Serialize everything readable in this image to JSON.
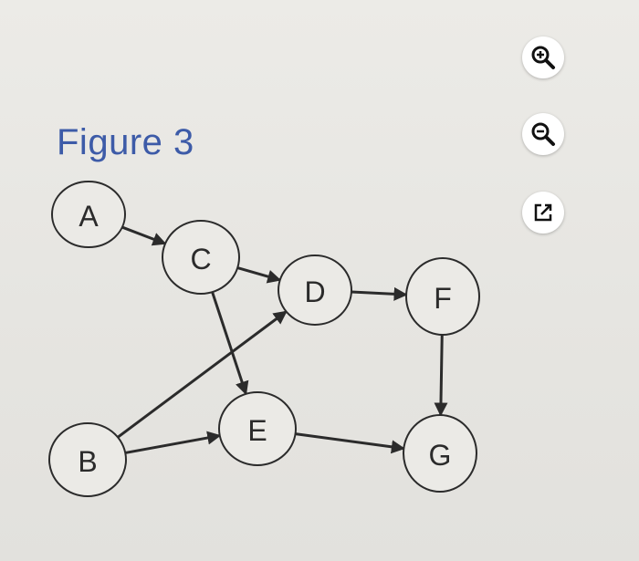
{
  "figure": {
    "title": "Figure 3"
  },
  "diagram": {
    "nodes": [
      {
        "id": "A",
        "label": "A"
      },
      {
        "id": "B",
        "label": "B"
      },
      {
        "id": "C",
        "label": "C"
      },
      {
        "id": "D",
        "label": "D"
      },
      {
        "id": "E",
        "label": "E"
      },
      {
        "id": "F",
        "label": "F"
      },
      {
        "id": "G",
        "label": "G"
      }
    ],
    "edges": [
      {
        "from": "A",
        "to": "C"
      },
      {
        "from": "C",
        "to": "D"
      },
      {
        "from": "C",
        "to": "E"
      },
      {
        "from": "B",
        "to": "D"
      },
      {
        "from": "B",
        "to": "E"
      },
      {
        "from": "D",
        "to": "F"
      },
      {
        "from": "F",
        "to": "G"
      },
      {
        "from": "E",
        "to": "G"
      }
    ]
  },
  "toolbar": {
    "zoom_in_icon": "zoom-in-icon",
    "zoom_out_icon": "zoom-out-icon",
    "open_external_icon": "open-external-icon"
  },
  "colors": {
    "title": "#3d5ba8",
    "stroke": "#2b2b2b"
  }
}
